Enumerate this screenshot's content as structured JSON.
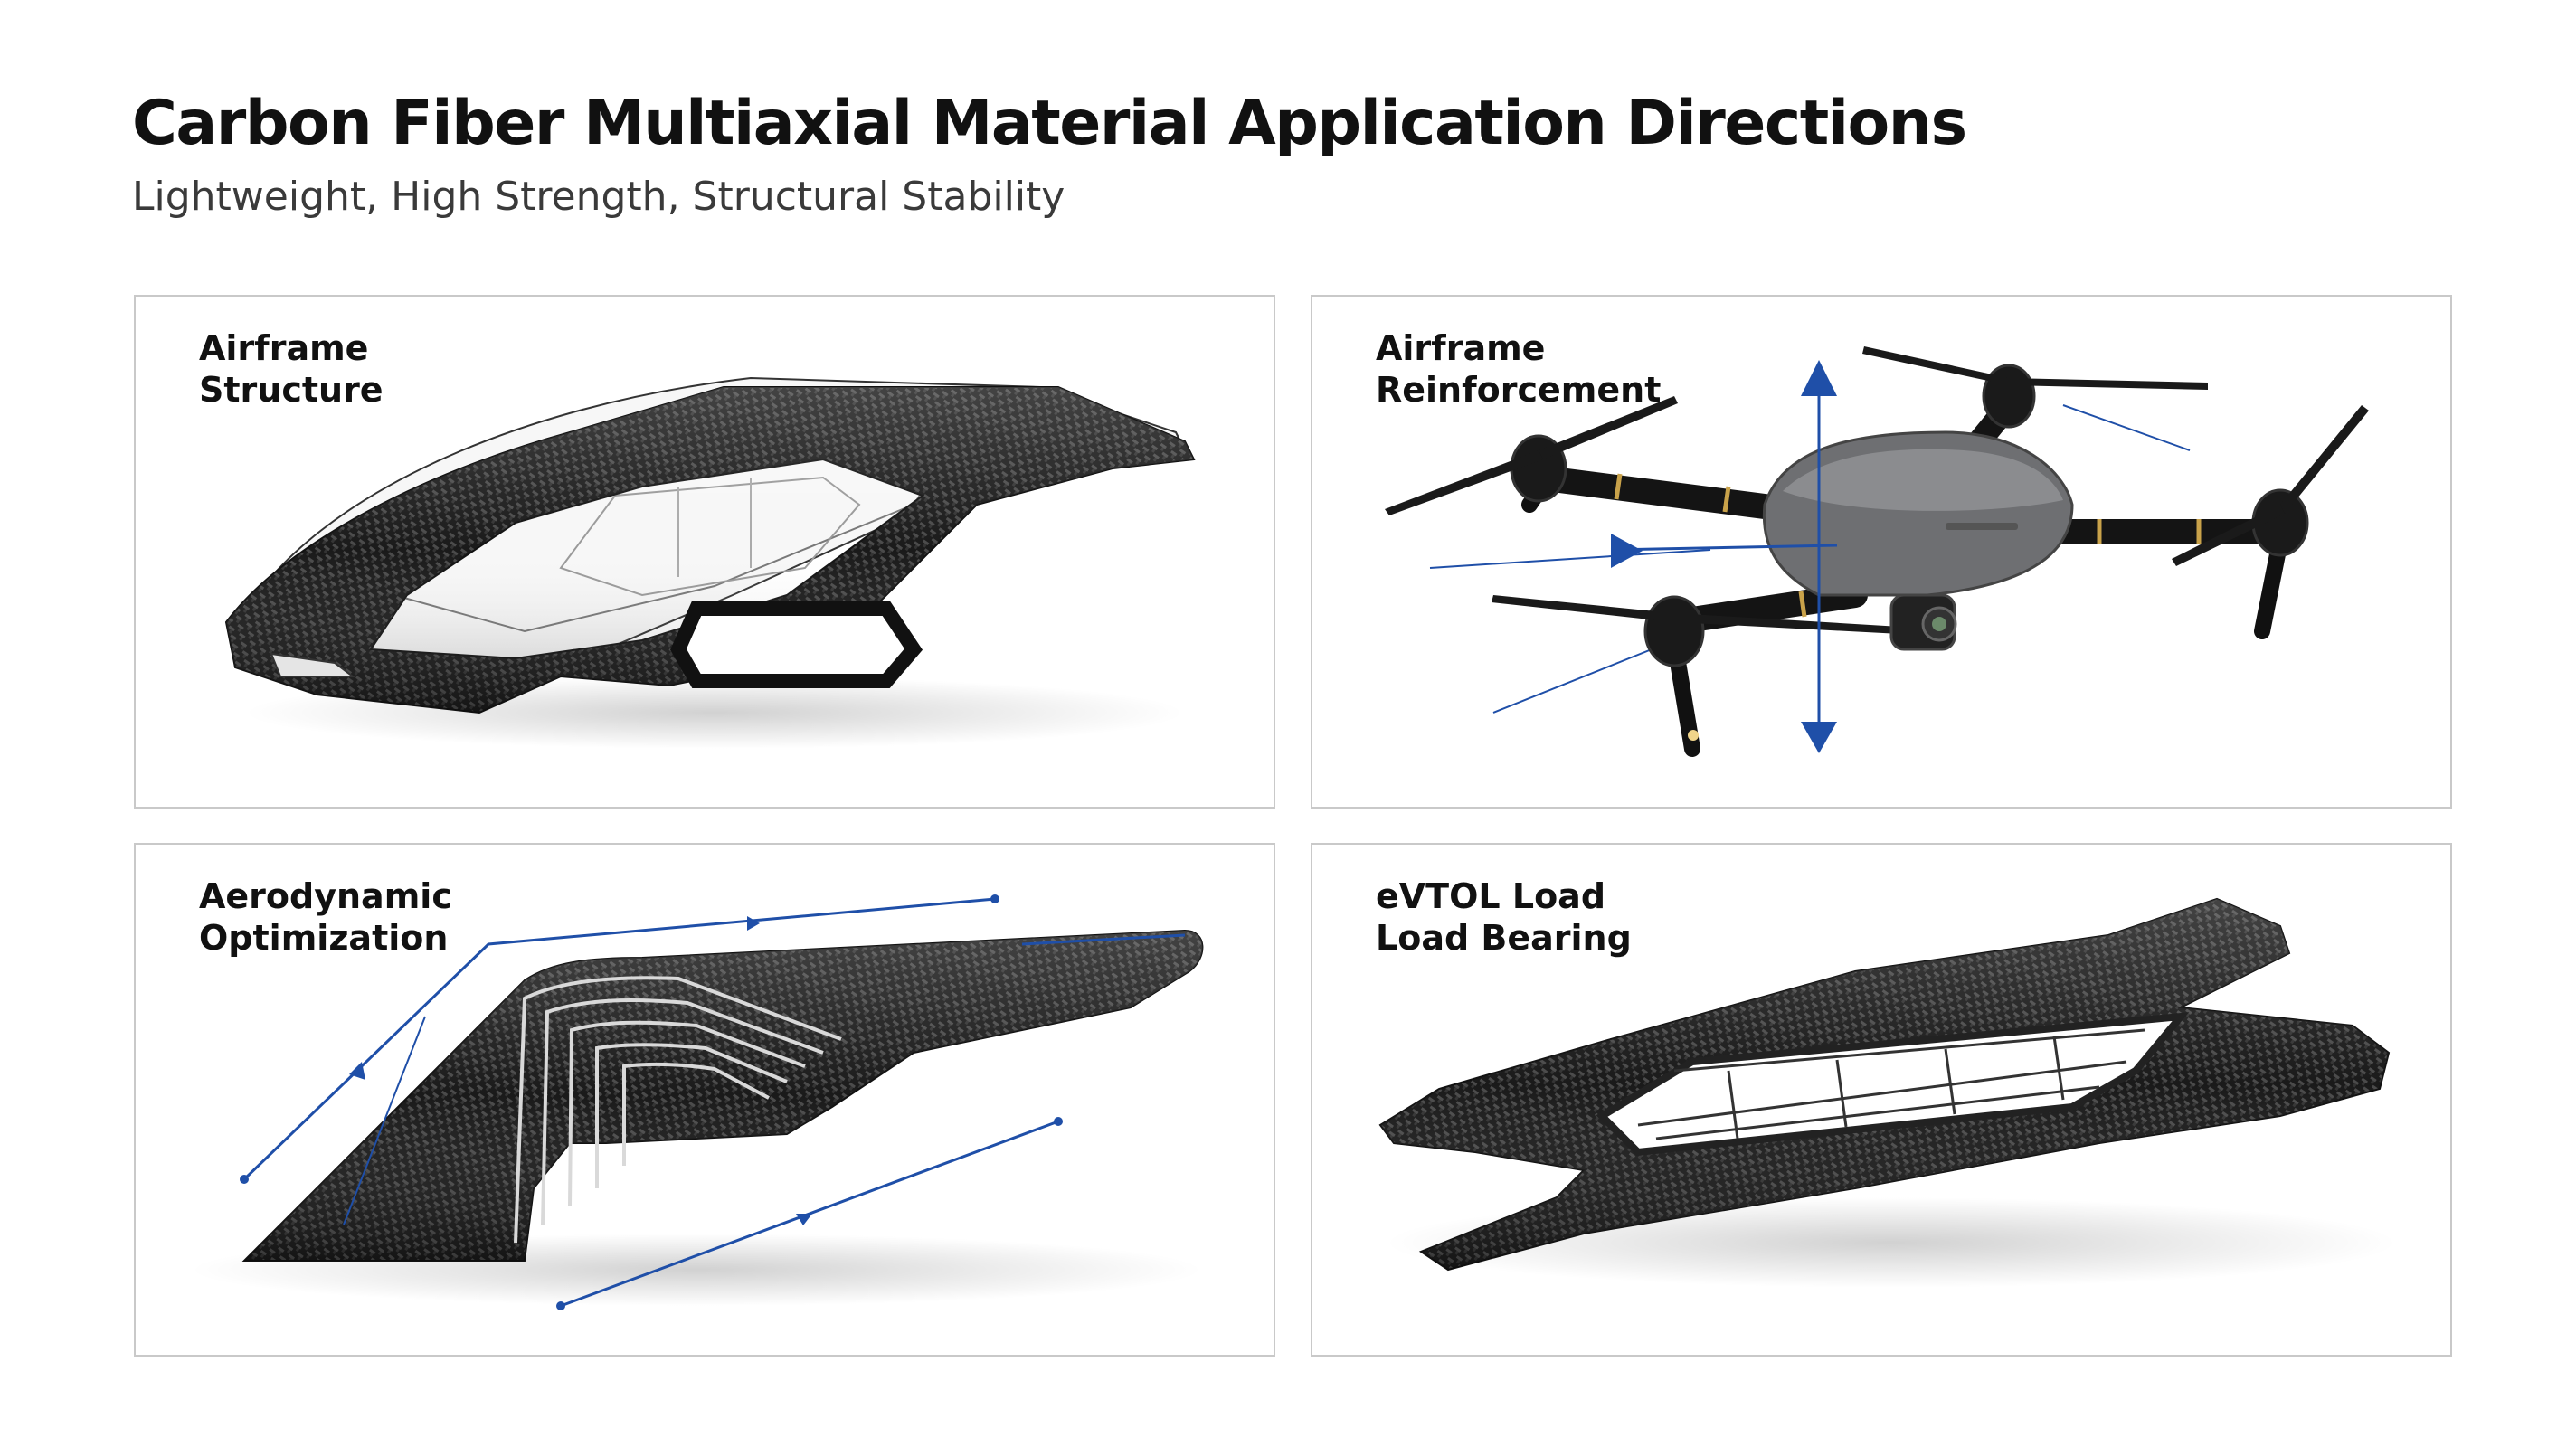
{
  "header": {
    "title": "Carbon Fiber Multiaxial Material Application Directions",
    "subtitle": "Lightweight, High Strength, Structural Stability"
  },
  "panels": [
    {
      "id": "airframe-structure",
      "label_lines": [
        "Airframe",
        "Structure"
      ],
      "icon": "fuselage-shell-icon"
    },
    {
      "id": "airframe-reinforcement",
      "label_lines": [
        "Airframe",
        "Reinforcement"
      ],
      "icon": "quadcopter-drone-icon"
    },
    {
      "id": "aerodynamic-optimization",
      "label_lines": [
        "Aerodynamic",
        "Optimization"
      ],
      "icon": "wing-panel-icon"
    },
    {
      "id": "evtol-load-bearing",
      "label_lines": [
        "eVTOL Load",
        "Load Bearing"
      ],
      "icon": "load-bearing-frame-icon"
    }
  ],
  "colors": {
    "carbon": "#1c1c1c",
    "accent_blue": "#1f4fa8",
    "panel_border": "#c9c9c9"
  }
}
